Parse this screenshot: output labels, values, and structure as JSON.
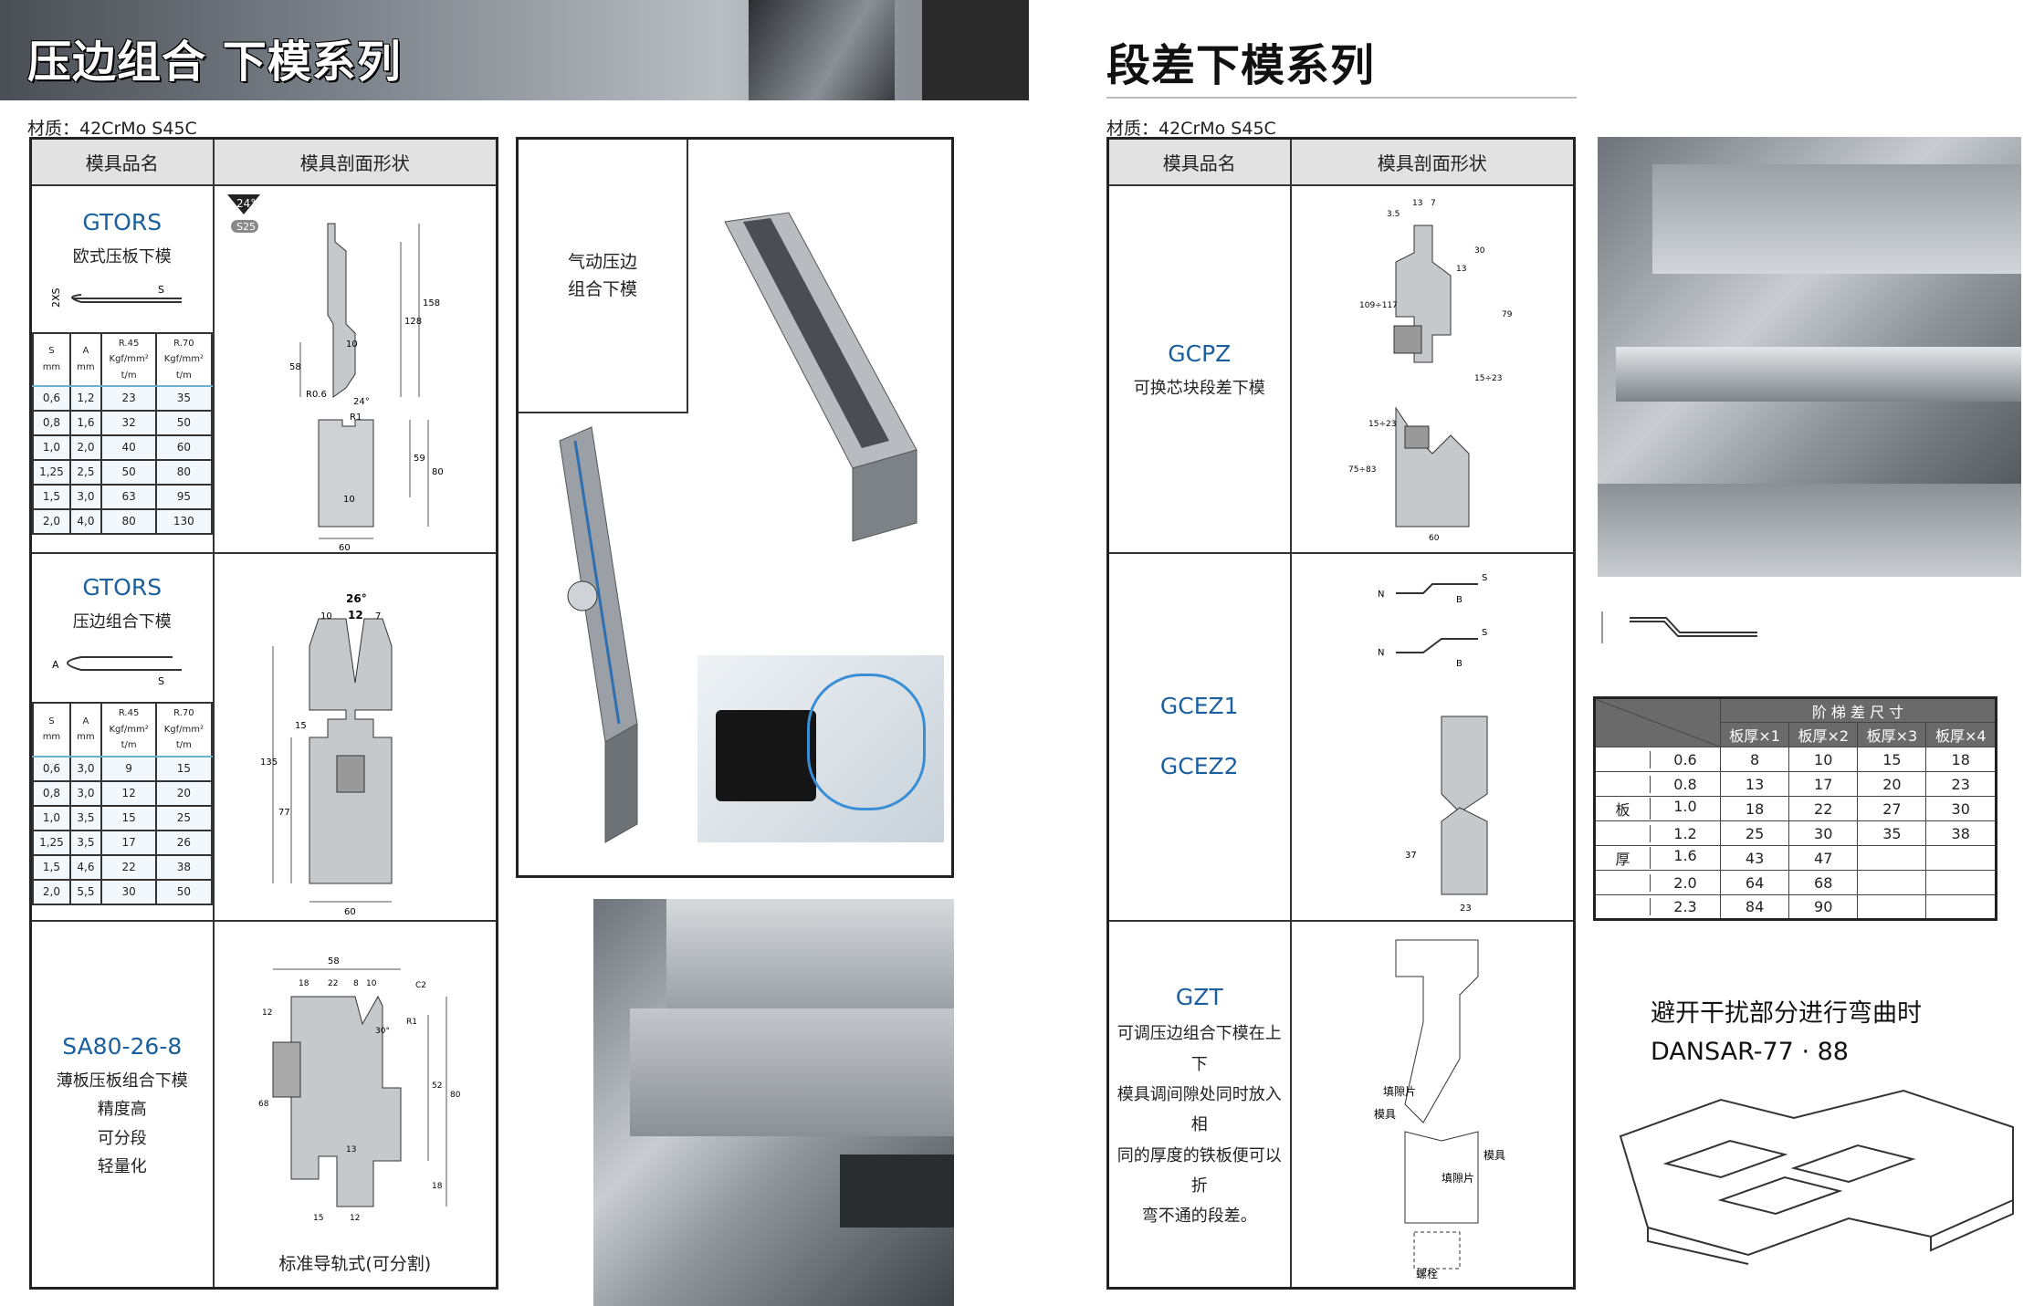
{
  "left": {
    "title": "压边组合 下模系列",
    "material": "材质：42CrMo  S45C",
    "headers": [
      "模具品名",
      "模具剖面形状"
    ],
    "rows": [
      {
        "code": "GTORS",
        "desc": "欧式压板下模",
        "angle": "24°",
        "badge": "S25",
        "table": {
          "head": [
            "S mm",
            "A mm",
            "R.45 Kgf/mm² t/m",
            "R.70 Kgf/mm² t/m"
          ],
          "rows": [
            [
              "0,6",
              "1,2",
              "23",
              "35"
            ],
            [
              "0,8",
              "1,6",
              "32",
              "50"
            ],
            [
              "1,0",
              "2,0",
              "40",
              "60"
            ],
            [
              "1,25",
              "2,5",
              "50",
              "80"
            ],
            [
              "1,5",
              "3,0",
              "63",
              "95"
            ],
            [
              "2,0",
              "4,0",
              "80",
              "130"
            ]
          ]
        },
        "dims": [
          "158",
          "128",
          "58",
          "10",
          "R0.6",
          "24°",
          "R1",
          "59",
          "80",
          "60",
          "10",
          "2XS",
          "S"
        ]
      },
      {
        "code": "GTORS",
        "desc": "压边组合下模",
        "table": {
          "head": [
            "S mm",
            "A mm",
            "R.45 Kgf/mm² t/m",
            "R.70 Kgf/mm² t/m"
          ],
          "rows": [
            [
              "0,6",
              "3,0",
              "9",
              "15"
            ],
            [
              "0,8",
              "3,0",
              "12",
              "20"
            ],
            [
              "1,0",
              "3,5",
              "15",
              "25"
            ],
            [
              "1,25",
              "3,5",
              "17",
              "26"
            ],
            [
              "1,5",
              "4,6",
              "22",
              "38"
            ],
            [
              "2,0",
              "5,5",
              "30",
              "50"
            ]
          ]
        },
        "dims": [
          "26°",
          "10",
          "12",
          "7",
          "135",
          "15",
          "77",
          "60",
          "A",
          "S"
        ]
      },
      {
        "code": "SA80-26-8",
        "lines": [
          "薄板压板组合下模",
          "精度高",
          "可分段",
          "轻量化"
        ],
        "caption": "标准导轨式(可分割)",
        "dims": [
          "58",
          "18",
          "22",
          "8",
          "10",
          "C2",
          "R1",
          "12",
          "30°",
          "52",
          "80",
          "68",
          "13",
          "18",
          "15",
          "12"
        ]
      }
    ],
    "pneumatic": {
      "lines": [
        "气动压边",
        "组合下模"
      ]
    }
  },
  "right": {
    "title": "段差下模系列",
    "material": "材质：42CrMo  S45C",
    "headers": [
      "模具品名",
      "模具剖面形状"
    ],
    "rows": [
      {
        "code": "GCPZ",
        "desc": "可换芯块段差下模",
        "dims": [
          "13",
          "7",
          "3.5",
          "30",
          "13",
          "109÷117",
          "79",
          "15÷23",
          "15÷23",
          "75÷83",
          "60"
        ]
      },
      {
        "codes": [
          "GCEZ1",
          "GCEZ2"
        ],
        "dims": [
          "N",
          "S",
          "B",
          "N",
          "S",
          "B",
          "37",
          "23"
        ]
      },
      {
        "code": "GZT",
        "lines": [
          "可调压边组合下模在上下",
          "模具调间隙处同时放入相",
          "同的厚度的铁板便可以折",
          "弯不通的段差。"
        ],
        "labels": [
          "填隙片",
          "模具",
          "模具",
          "填隙片",
          "螺栓"
        ]
      }
    ],
    "step_table": {
      "title": "阶 梯 差 尺 寸",
      "cols": [
        "板厚×1",
        "板厚×2",
        "板厚×3",
        "板厚×4"
      ],
      "side": [
        "板",
        "厚"
      ],
      "rows": [
        [
          "0.6",
          "8",
          "10",
          "15",
          "18"
        ],
        [
          "0.8",
          "13",
          "17",
          "20",
          "23"
        ],
        [
          "1.0",
          "18",
          "22",
          "27",
          "30"
        ],
        [
          "1.2",
          "25",
          "30",
          "35",
          "38"
        ],
        [
          "1.6",
          "43",
          "47",
          "",
          ""
        ],
        [
          "2.0",
          "64",
          "68",
          "",
          ""
        ],
        [
          "2.3",
          "84",
          "90",
          "",
          ""
        ]
      ]
    },
    "dansar": {
      "line1": "避开干扰部分进行弯曲时",
      "line2": "DANSAR-77 · 88"
    }
  }
}
